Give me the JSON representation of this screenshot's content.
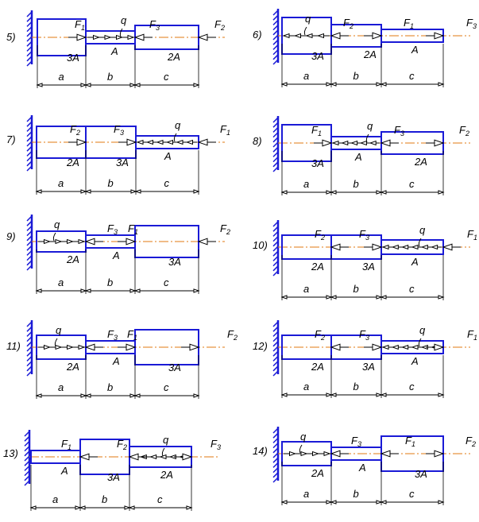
{
  "colors": {
    "wall": "#1a1ad6",
    "body": "#1a1ad6",
    "axis": "#e07a10",
    "ink": "#000000"
  },
  "panels": [
    {
      "id": "5)",
      "areas": [
        "3A",
        "A",
        "2A"
      ],
      "segments": [
        "a",
        "b",
        "c"
      ],
      "forces": [
        {
          "name": "F",
          "sub": "1",
          "dir": "right"
        },
        {
          "name": "F",
          "sub": "3",
          "dir": "left"
        },
        {
          "name": "F",
          "sub": "2",
          "dir": "left"
        }
      ],
      "load": {
        "name": "q",
        "dir": "right"
      }
    },
    {
      "id": "6)",
      "areas": [
        "3A",
        "2A",
        "A"
      ],
      "segments": [
        "a",
        "b",
        "c"
      ],
      "forces": [
        {
          "name": "F",
          "sub": "2",
          "dir": "left"
        },
        {
          "name": "F",
          "sub": "1",
          "dir": "right"
        },
        {
          "name": "F",
          "sub": "3",
          "dir": "right"
        }
      ],
      "load": {
        "name": "q",
        "dir": "left"
      }
    },
    {
      "id": "7)",
      "areas": [
        "2A",
        "3A",
        "A"
      ],
      "segments": [
        "a",
        "b",
        "c"
      ],
      "forces": [
        {
          "name": "F",
          "sub": "2",
          "dir": "right"
        },
        {
          "name": "F",
          "sub": "3",
          "dir": "right"
        },
        {
          "name": "F",
          "sub": "1",
          "dir": "left"
        }
      ],
      "load": {
        "name": "q",
        "dir": "left"
      }
    },
    {
      "id": "8)",
      "areas": [
        "3A",
        "A",
        "2A"
      ],
      "segments": [
        "a",
        "b",
        "c"
      ],
      "forces": [
        {
          "name": "F",
          "sub": "1",
          "dir": "right"
        },
        {
          "name": "F",
          "sub": "3",
          "dir": "left"
        },
        {
          "name": "F",
          "sub": "2",
          "dir": "right"
        }
      ],
      "load": {
        "name": "q",
        "dir": "left"
      }
    },
    {
      "id": "9)",
      "areas": [
        "2A",
        "A",
        "3A"
      ],
      "segments": [
        "a",
        "b",
        "c"
      ],
      "forces": [
        {
          "name": "F",
          "sub": "3",
          "dir": "left"
        },
        {
          "name": "F",
          "sub": "1",
          "dir": "right"
        },
        {
          "name": "F",
          "sub": "2",
          "dir": "left"
        }
      ],
      "load": {
        "name": "q",
        "dir": "right"
      }
    },
    {
      "id": "10)",
      "areas": [
        "2A",
        "3A",
        "A"
      ],
      "segments": [
        "a",
        "b",
        "c"
      ],
      "forces": [
        {
          "name": "F",
          "sub": "2",
          "dir": "left"
        },
        {
          "name": "F",
          "sub": "3",
          "dir": "right"
        },
        {
          "name": "F",
          "sub": "1",
          "dir": "left"
        }
      ],
      "load": {
        "name": "q",
        "dir": "left"
      }
    },
    {
      "id": "11)",
      "areas": [
        "2A",
        "A",
        "3A"
      ],
      "segments": [
        "a",
        "b",
        "c"
      ],
      "forces": [
        {
          "name": "F",
          "sub": "3",
          "dir": "left"
        },
        {
          "name": "F",
          "sub": "1",
          "dir": "right"
        },
        {
          "name": "F",
          "sub": "2",
          "dir": "right"
        }
      ],
      "load": {
        "name": "q",
        "dir": "right"
      }
    },
    {
      "id": "12)",
      "areas": [
        "2A",
        "3A",
        "A"
      ],
      "segments": [
        "a",
        "b",
        "c"
      ],
      "forces": [
        {
          "name": "F",
          "sub": "2",
          "dir": "left"
        },
        {
          "name": "F",
          "sub": "3",
          "dir": "right"
        },
        {
          "name": "F",
          "sub": "1",
          "dir": "right"
        }
      ],
      "load": {
        "name": "q",
        "dir": "left"
      }
    },
    {
      "id": "13)",
      "areas": [
        "A",
        "3A",
        "2A"
      ],
      "segments": [
        "a",
        "b",
        "c"
      ],
      "forces": [
        {
          "name": "F",
          "sub": "1",
          "dir": "left"
        },
        {
          "name": "F",
          "sub": "2",
          "dir": "left"
        },
        {
          "name": "F",
          "sub": "3",
          "dir": "right"
        }
      ],
      "load": {
        "name": "q",
        "dir": "left"
      }
    },
    {
      "id": "14)",
      "areas": [
        "2A",
        "A",
        "3A"
      ],
      "segments": [
        "a",
        "b",
        "c"
      ],
      "forces": [
        {
          "name": "F",
          "sub": "3",
          "dir": "left"
        },
        {
          "name": "F",
          "sub": "1",
          "dir": "left"
        },
        {
          "name": "F",
          "sub": "2",
          "dir": "right"
        }
      ],
      "load": {
        "name": "q",
        "dir": "right"
      }
    }
  ]
}
